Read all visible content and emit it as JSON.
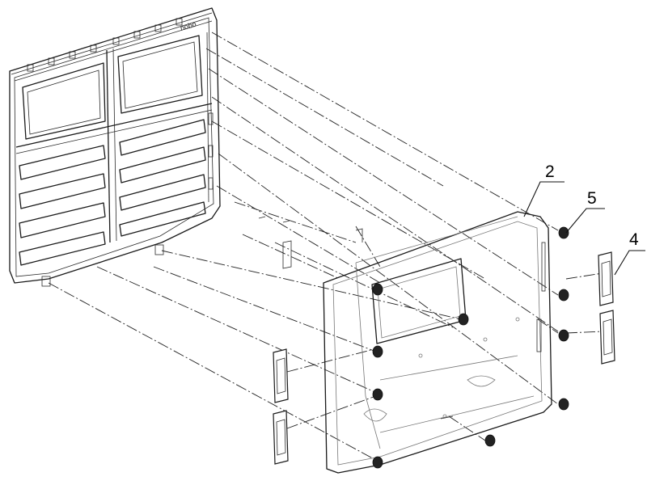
{
  "callouts": [
    {
      "id": "callout-2",
      "label": "2"
    },
    {
      "id": "callout-5",
      "label": "5"
    },
    {
      "id": "callout-4",
      "label": "4"
    }
  ],
  "panel_marking": "nobo"
}
